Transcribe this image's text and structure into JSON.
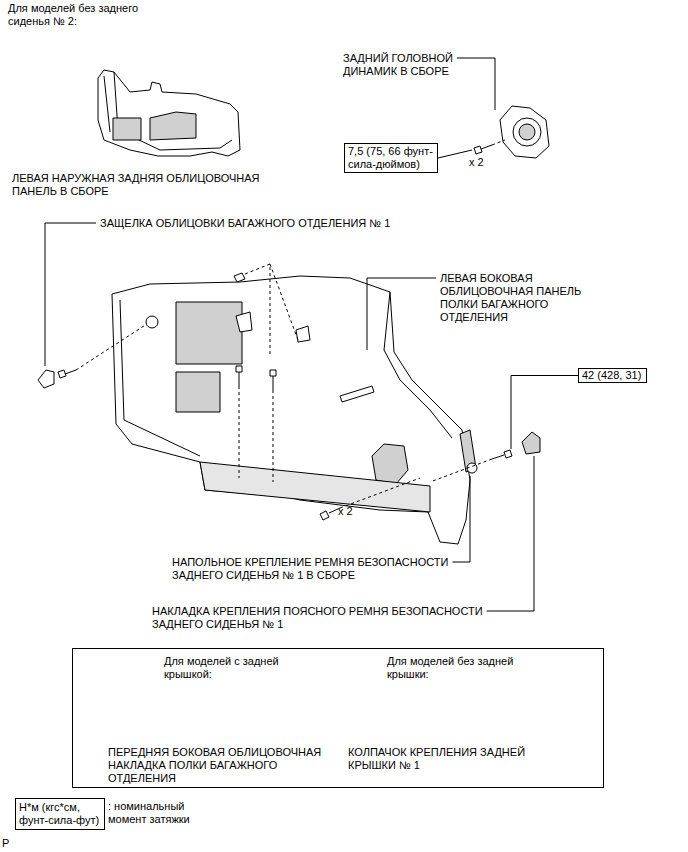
{
  "diagram": {
    "title": "Для моделей без заднего сиденья № 2:",
    "nodes": [
      {
        "text": [
          "7,5 (75, 66 фунт-сила-дюймов)"
        ]
      },
      {
        "text": [
          "42 (428, 31)"
        ]
      },
      {
        "text": [
          "Для моделей с задней крышкой:",
          "Для моделей без задней крышки:",
          "ПЕРЕДНЯЯ БОКОВАЯ ОБЛИЦОВОЧНАЯ НАКЛАДКА ПОЛКИ БАГАЖНОГО ОТДЕЛЕНИЯ",
          "КОЛПАЧОК КРЕПЛЕНИЯ ЗАДНЕЙ КРЫШКИ № 1"
        ]
      },
      {
        "text": [
          "Н*м (кгс*см, фунт-сила-фут)",
          ": номинальный момент затяжки"
        ]
      }
    ],
    "labels": [
      "ЗАДНИЙ ГОЛОВНОЙ ДИНАМИК В СБОРЕ",
      "x 2",
      "ЛЕВАЯ НАРУЖНАЯ ЗАДНЯЯ ОБЛИЦОВОЧНАЯ ПАНЕЛЬ В СБОРЕ",
      "ЗАЩЕЛКА ОБЛИЦОВКИ БАГАЖНОГО ОТДЕЛЕНИЯ № 1",
      "ЛЕВАЯ БОКОВАЯ ОБЛИЦОВОЧНАЯ ПАНЕЛЬ ПОЛКИ БАГАЖНОГО ОТДЕЛЕНИЯ",
      "x 2",
      "НАПОЛЬНОЕ КРЕПЛЕНИЕ РЕМНЯ БЕЗОПАСНОСТИ ЗАДНЕГО СИДЕНЬЯ № 1 В СБОРЕ",
      "НАКЛАДКА КРЕПЛЕНИЯ ПОЯСНОГО РЕМНЯ БЕЗОПАСНОСТИ ЗАДНЕГО СИДЕНЬЯ № 1",
      "P"
    ]
  }
}
